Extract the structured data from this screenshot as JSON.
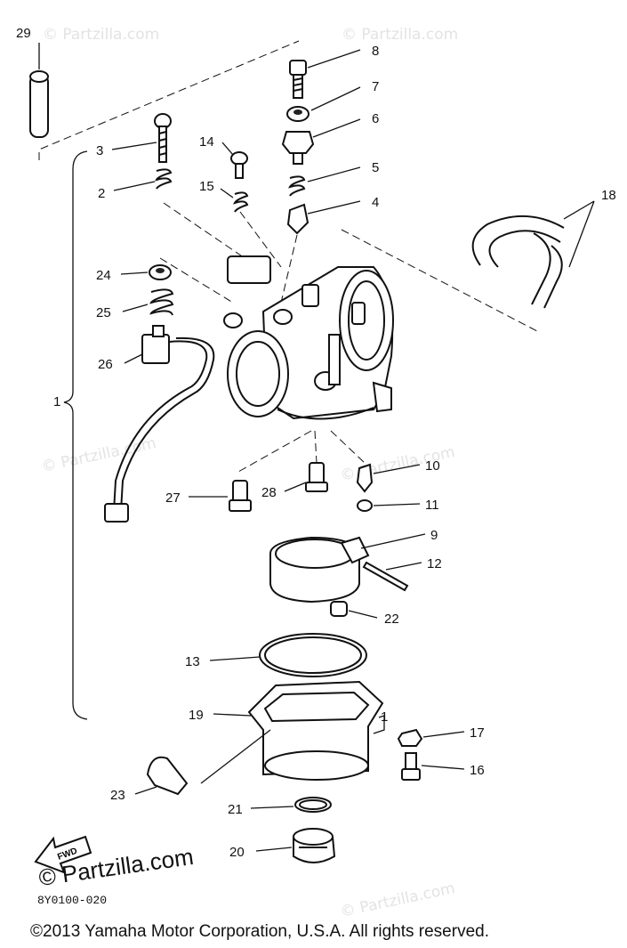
{
  "callouts": {
    "c1": "1",
    "c1b": "1",
    "c2": "2",
    "c3": "3",
    "c4": "4",
    "c5": "5",
    "c6": "6",
    "c7": "7",
    "c8": "8",
    "c9": "9",
    "c10": "10",
    "c11": "11",
    "c12": "12",
    "c13": "13",
    "c14": "14",
    "c15": "15",
    "c16": "16",
    "c17": "17",
    "c18": "18",
    "c19": "19",
    "c20": "20",
    "c21": "21",
    "c22": "22",
    "c23": "23",
    "c24": "24",
    "c25": "25",
    "c26": "26",
    "c27": "27",
    "c28": "28",
    "c29": "29"
  },
  "watermark": "© Partzilla.com",
  "fwd_label": "FWD",
  "footer": {
    "partzilla": "© Partzilla.com",
    "figure_code": "8Y0100-020",
    "copyright": "©2013  Yamaha Motor Corporation, U.S.A. All rights reserved."
  },
  "colors": {
    "ink": "#111111",
    "watermark": "#e3e3e3",
    "background": "#ffffff"
  }
}
